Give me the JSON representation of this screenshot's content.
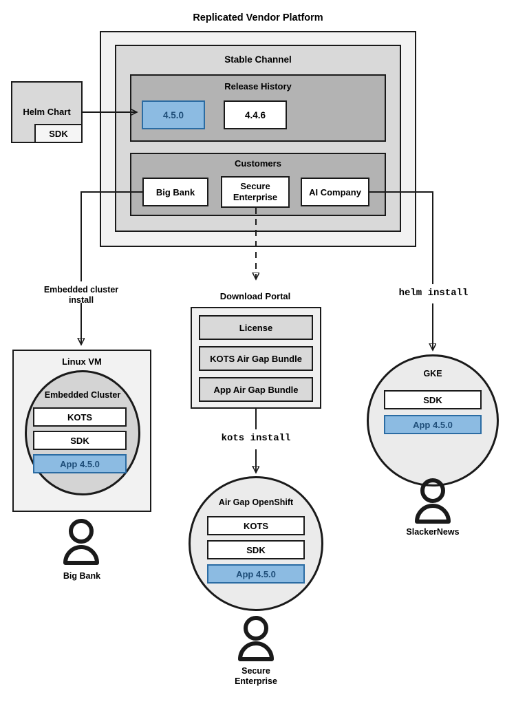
{
  "diagram": {
    "title": "Replicated Vendor Platform",
    "colors": {
      "blue_fill": "#8cbbe2",
      "blue_border": "#2b6ca3",
      "blue_text": "#1f4e79",
      "outer_gray": "#f2f2f2",
      "mid_gray": "#d9d9d9",
      "inner_gray": "#b3b3b3",
      "stroke": "#1a1a1a"
    }
  },
  "helm_chart": {
    "label": "Helm Chart",
    "sdk_label": "SDK"
  },
  "platform": {
    "title": "Replicated Vendor Platform",
    "stable_channel": {
      "title": "Stable Channel",
      "release_history": {
        "title": "Release History",
        "releases": [
          {
            "version": "4.5.0",
            "highlighted": true
          },
          {
            "version": "4.4.6",
            "highlighted": false
          }
        ]
      },
      "customers": {
        "title": "Customers",
        "items": [
          {
            "name": "Big Bank"
          },
          {
            "name": "Secure\nEnterprise"
          },
          {
            "name": "AI Company"
          }
        ]
      }
    }
  },
  "connectors": {
    "embedded_cluster_install": "Embedded cluster\ninstall",
    "kots_install": "kots install",
    "helm_install": "helm install"
  },
  "left_branch": {
    "vm_title": "Linux VM",
    "cluster_title": "Embedded Cluster",
    "components": [
      {
        "label": "KOTS",
        "highlighted": false
      },
      {
        "label": "SDK",
        "highlighted": false
      },
      {
        "label": "App 4.5.0",
        "highlighted": true
      }
    ],
    "customer": "Big Bank"
  },
  "middle_branch": {
    "portal_title": "Download Portal",
    "portal_items": [
      {
        "label": "License"
      },
      {
        "label": "KOTS Air Gap Bundle"
      },
      {
        "label": "App Air Gap Bundle"
      }
    ],
    "cluster_title": "Air Gap OpenShift",
    "components": [
      {
        "label": "KOTS",
        "highlighted": false
      },
      {
        "label": "SDK",
        "highlighted": false
      },
      {
        "label": "App 4.5.0",
        "highlighted": true
      }
    ],
    "customer": "Secure\nEnterprise"
  },
  "right_branch": {
    "cluster_title": "GKE",
    "components": [
      {
        "label": "SDK",
        "highlighted": false
      },
      {
        "label": "App 4.5.0",
        "highlighted": true
      }
    ],
    "customer": "SlackerNews"
  }
}
